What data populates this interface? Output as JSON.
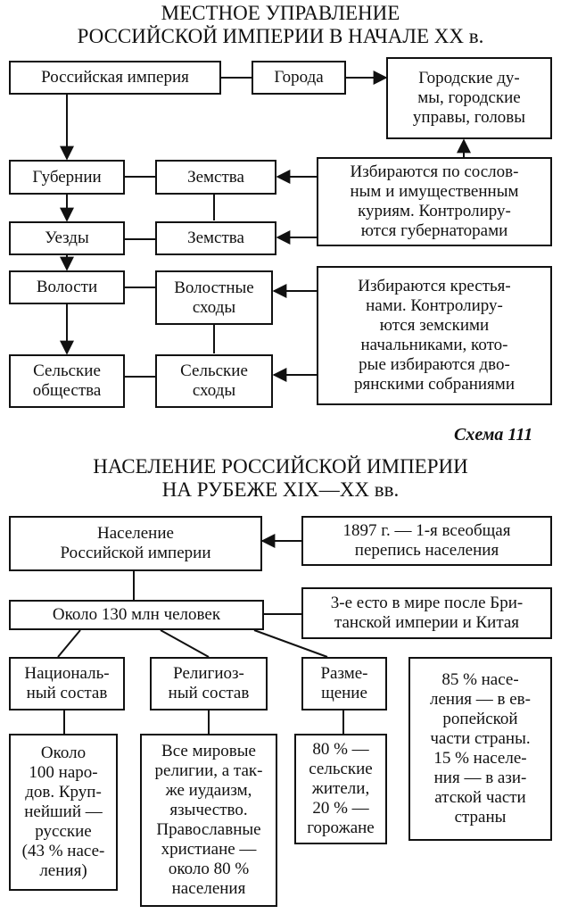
{
  "scheme1": {
    "title": "МЕСТНОЕ УПРАВЛЕНИЕ\nРОССИЙСКОЙ ИМПЕРИИ В НАЧАЛЕ XX в.",
    "empire": "Российская империя",
    "cities": "Города",
    "city_dumas": "Городские ду-\nмы, городские\nуправы, головы",
    "gubernii": "Губернии",
    "zemstva_gub": "Земства",
    "elected_curia": "Избираются по сослов-\nным и имущественным\nкуриям. Контролиру-\nются губернаторами",
    "uezdy": "Уезды",
    "zemstva_uezd": "Земства",
    "volosti": "Волости",
    "volost_skhody": "Волостные\nсходы",
    "elected_peasants": "Избираются крестья-\nнами. Контролиру-\nются земскими\nначальниками, кото-\nрые избираются дво-\nрянскими собраниями",
    "rural_soc": "Сельские\nобщества",
    "rural_skhody": "Сельские\nсходы",
    "caption": "Схема 111"
  },
  "scheme2": {
    "title": "НАСЕЛЕНИЕ РОССИЙСКОЙ ИМПЕРИИ\nНА РУБЕЖЕ XIX—XX вв.",
    "population": "Население\nРоссийской империи",
    "census": "1897 г. — 1-я всеобщая\nперепись населения",
    "about130": "Около 130 млн человек",
    "third_place": "3-е есто в мире после Бри-\nтанской империи и Китая",
    "national": "Националь-\nный состав",
    "religious": "Религиоз-\nный состав",
    "placement": "Разме-\nщение",
    "distribution": "85 % насе-\nления — в ев-\nропейской\nчасти страны.\n15 % населе-\nния — в ази-\nатской части\nстраны",
    "national_detail": "Около\n100 наро-\nдов. Круп-\nнейший —\nрусские\n(43 % насе-\nления)",
    "religious_detail": "Все мировые\nрелигии, а так-\nже иудаизм,\nязычество.\nПравославные\nхристиане —\nоколо 80 %\nнаселения",
    "placement_detail": "80 % —\nсельские\nжители,\n20 % —\nгорожане"
  }
}
